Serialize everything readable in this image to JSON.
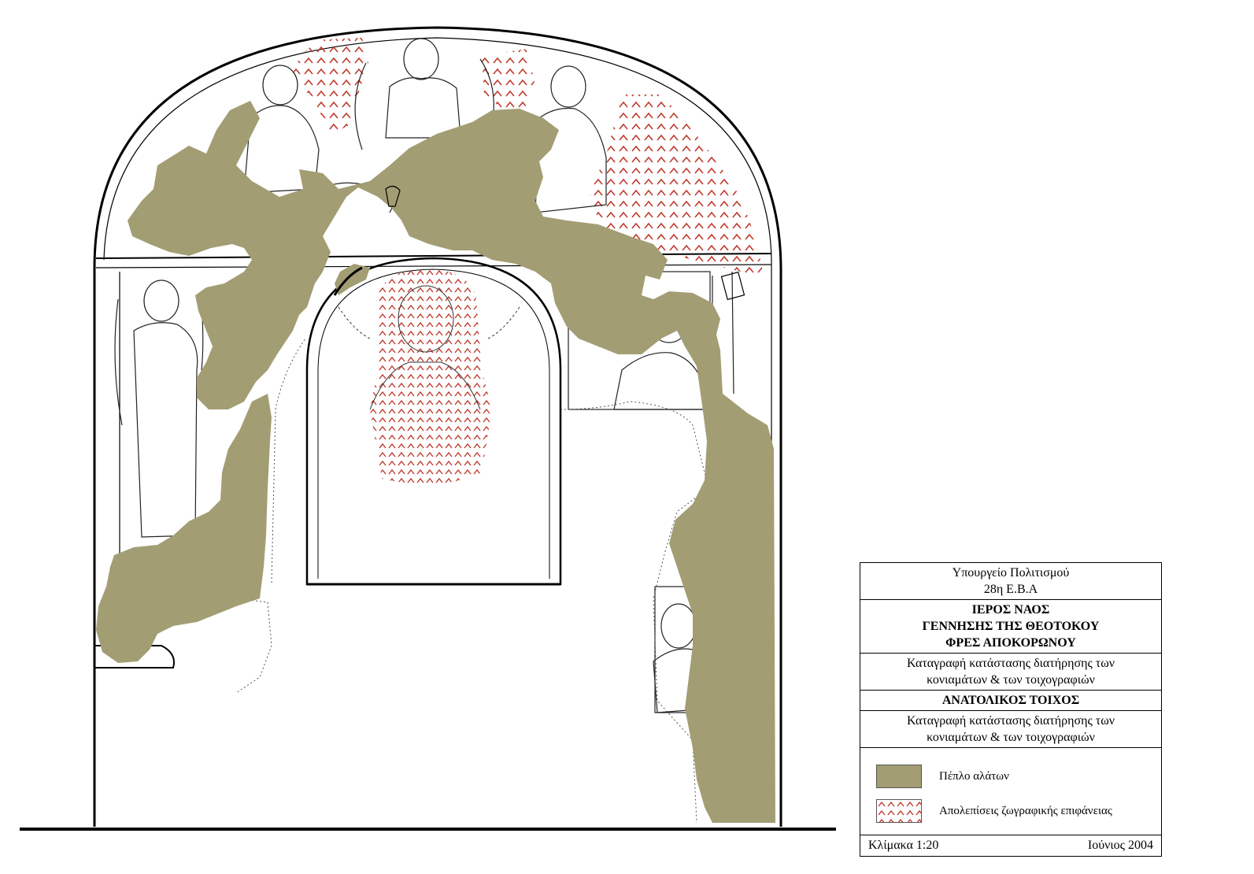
{
  "colors": {
    "salt_veil": "#a39d74",
    "flaking": "#c0392b",
    "line": "#000000"
  },
  "title_block": {
    "authority": [
      "Υπουργείο Πολιτισμού",
      "28η Ε.Β.Α"
    ],
    "church": [
      "ΙΕΡΟΣ ΝΑΟΣ",
      "ΓΕΝΝΗΣΗΣ ΤΗΣ ΘΕΟΤΟΚΟΥ",
      "ΦΡΕΣ ΑΠΟΚΟΡΩΝΟΥ"
    ],
    "subject": [
      "Καταγραφή κατάστασης διατήρησης των",
      "κονιαμάτων & των τοιχογραφιών"
    ],
    "wall": "ΑΝΑΤΟΛΙΚΟΣ ΤΟΙΧΟΣ",
    "subject2": [
      "Καταγραφή κατάστασης διατήρησης των",
      "κονιαμάτων & των τοιχογραφιών"
    ],
    "legend": [
      {
        "swatch": "salt-veil",
        "label": "Πέπλο αλάτων"
      },
      {
        "swatch": "flaking-pattern",
        "label": "Απολεπίσεις ζωγραφικής επιφάνειας"
      }
    ],
    "scale": "Κλίμακα 1:20",
    "date": "Ιούνιος 2004"
  }
}
